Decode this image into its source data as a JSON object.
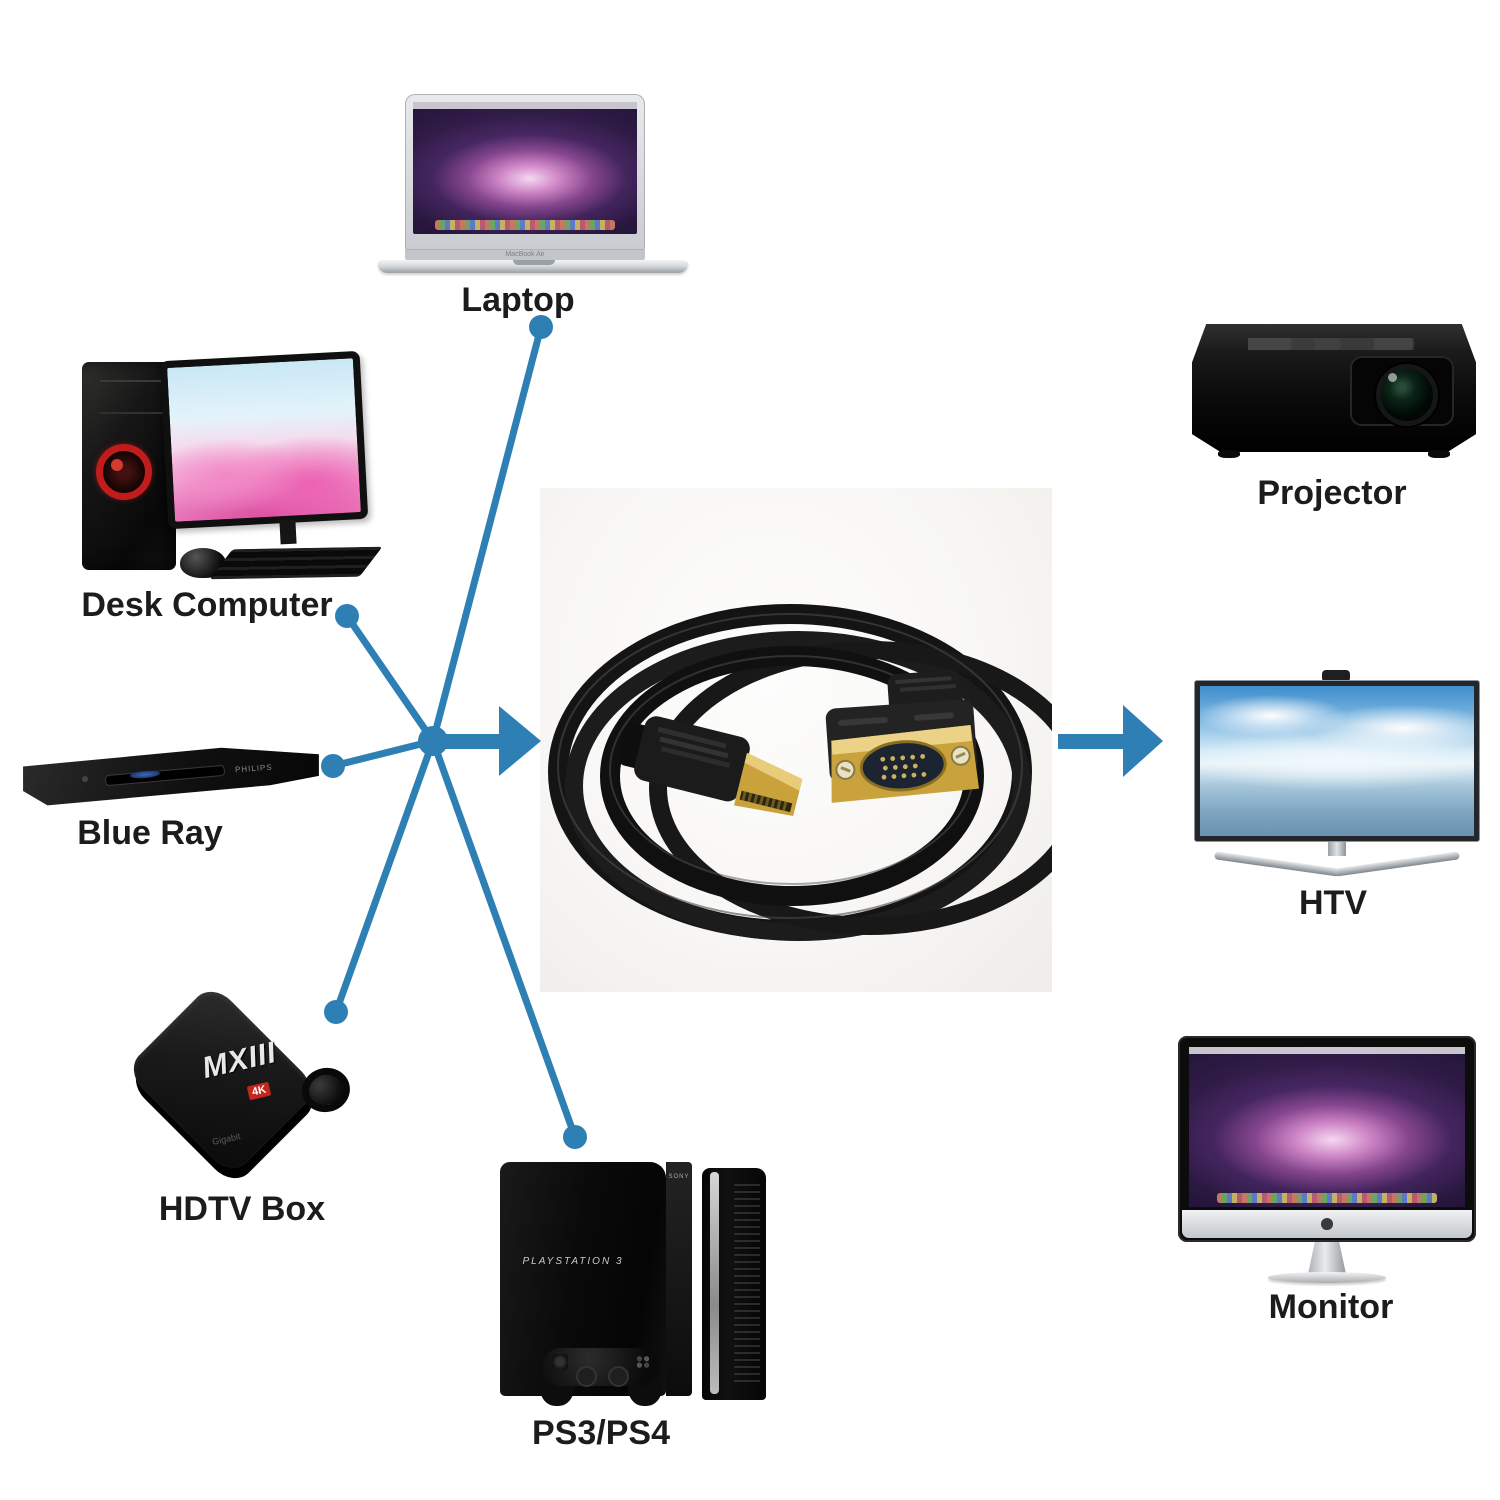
{
  "colors": {
    "accent": "#2E7FB4",
    "label_text": "#1c1c1c"
  },
  "nodes": {
    "sources": [
      {
        "label": "Laptop"
      },
      {
        "label": "Desk Computer"
      },
      {
        "label": "Blue Ray"
      },
      {
        "label": "HDTV Box"
      },
      {
        "label": "PS3/PS4"
      }
    ],
    "center": {
      "item": "hdmi-to-vga-cable"
    },
    "targets": [
      {
        "label": "Projector"
      },
      {
        "label": "HTV"
      },
      {
        "label": "Monitor"
      }
    ]
  },
  "art": {
    "laptop_small": "MacBook Air",
    "blue_ray_brand": "PHILIPS",
    "hdtv_logo": "MXIII",
    "hdtv_badge": "4K",
    "hdtv_small": "Gigabit",
    "ps3_logo": "PLAYSTATION 3",
    "ps3_brand": "SONY"
  }
}
